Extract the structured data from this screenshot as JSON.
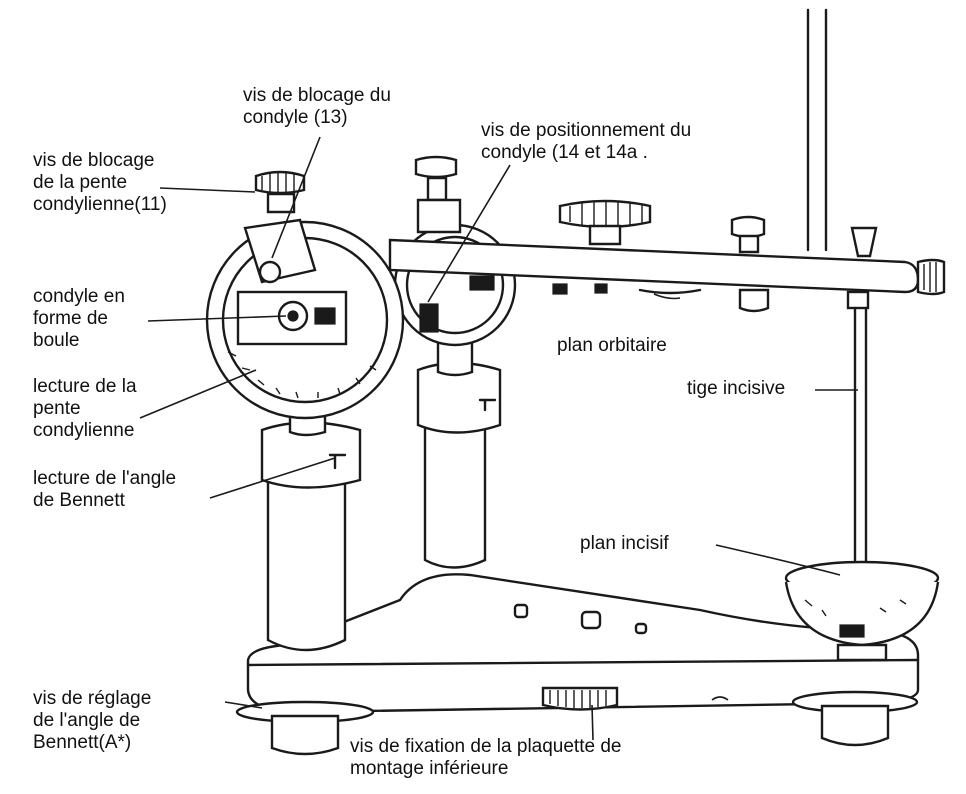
{
  "labels": {
    "vis_blocage_condyle": "vis de blocage du\ncondyle (13)",
    "vis_blocage_pente": "vis de blocage\nde la pente\ncondylienne(11)",
    "vis_positionnement": "vis de positionnement du\ncondyle (14 et 14a .",
    "condyle_boule": "condyle en\nforme de\nboule",
    "lecture_pente": "lecture de la\npente\ncondylienne",
    "plan_orbitaire": "plan orbitaire",
    "tige_incisive": "tige incisive",
    "lecture_bennett": "lecture de l'angle\nde Bennett",
    "plan_incisif": "plan incisif",
    "vis_reglage_bennett": "vis de réglage\nde l'angle de\nBennett(A*)",
    "vis_fixation": "vis de fixation de la plaquette de\nmontage inférieure"
  }
}
